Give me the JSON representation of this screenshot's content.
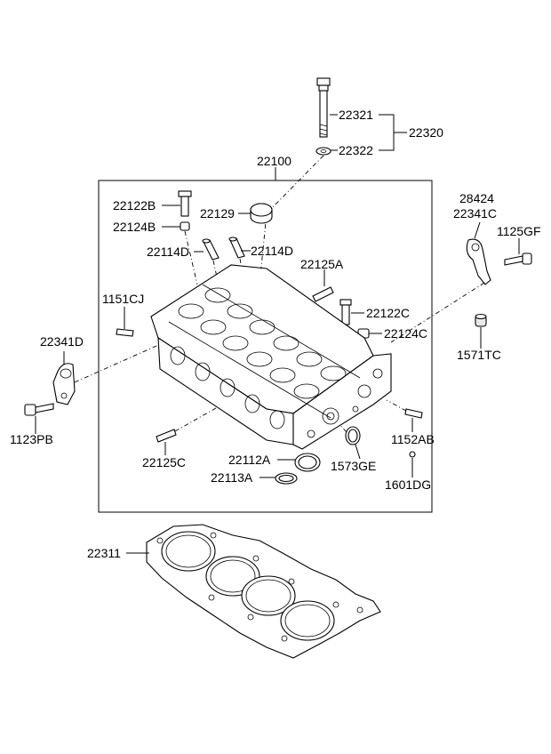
{
  "labels": {
    "p22321": "22321",
    "p22320": "22320",
    "p22322": "22322",
    "p22100": "22100",
    "p22122B": "22122B",
    "p22129": "22129",
    "p22124B": "22124B",
    "p28424": "28424",
    "p22341C": "22341C",
    "p1125GF": "1125GF",
    "p22114D_left": "22114D",
    "p22114D_right": "22114D",
    "p22125A": "22125A",
    "p1151CJ": "1151CJ",
    "p22122C": "22122C",
    "p22341D": "22341D",
    "p22124C": "22124C",
    "p1571TC": "1571TC",
    "p1123PB": "1123PB",
    "p1152AB": "1152AB",
    "p22125C": "22125C",
    "p22112A": "22112A",
    "p1573GE": "1573GE",
    "p22113A": "22113A",
    "p1601DG": "1601DG",
    "p22311": "22311"
  }
}
